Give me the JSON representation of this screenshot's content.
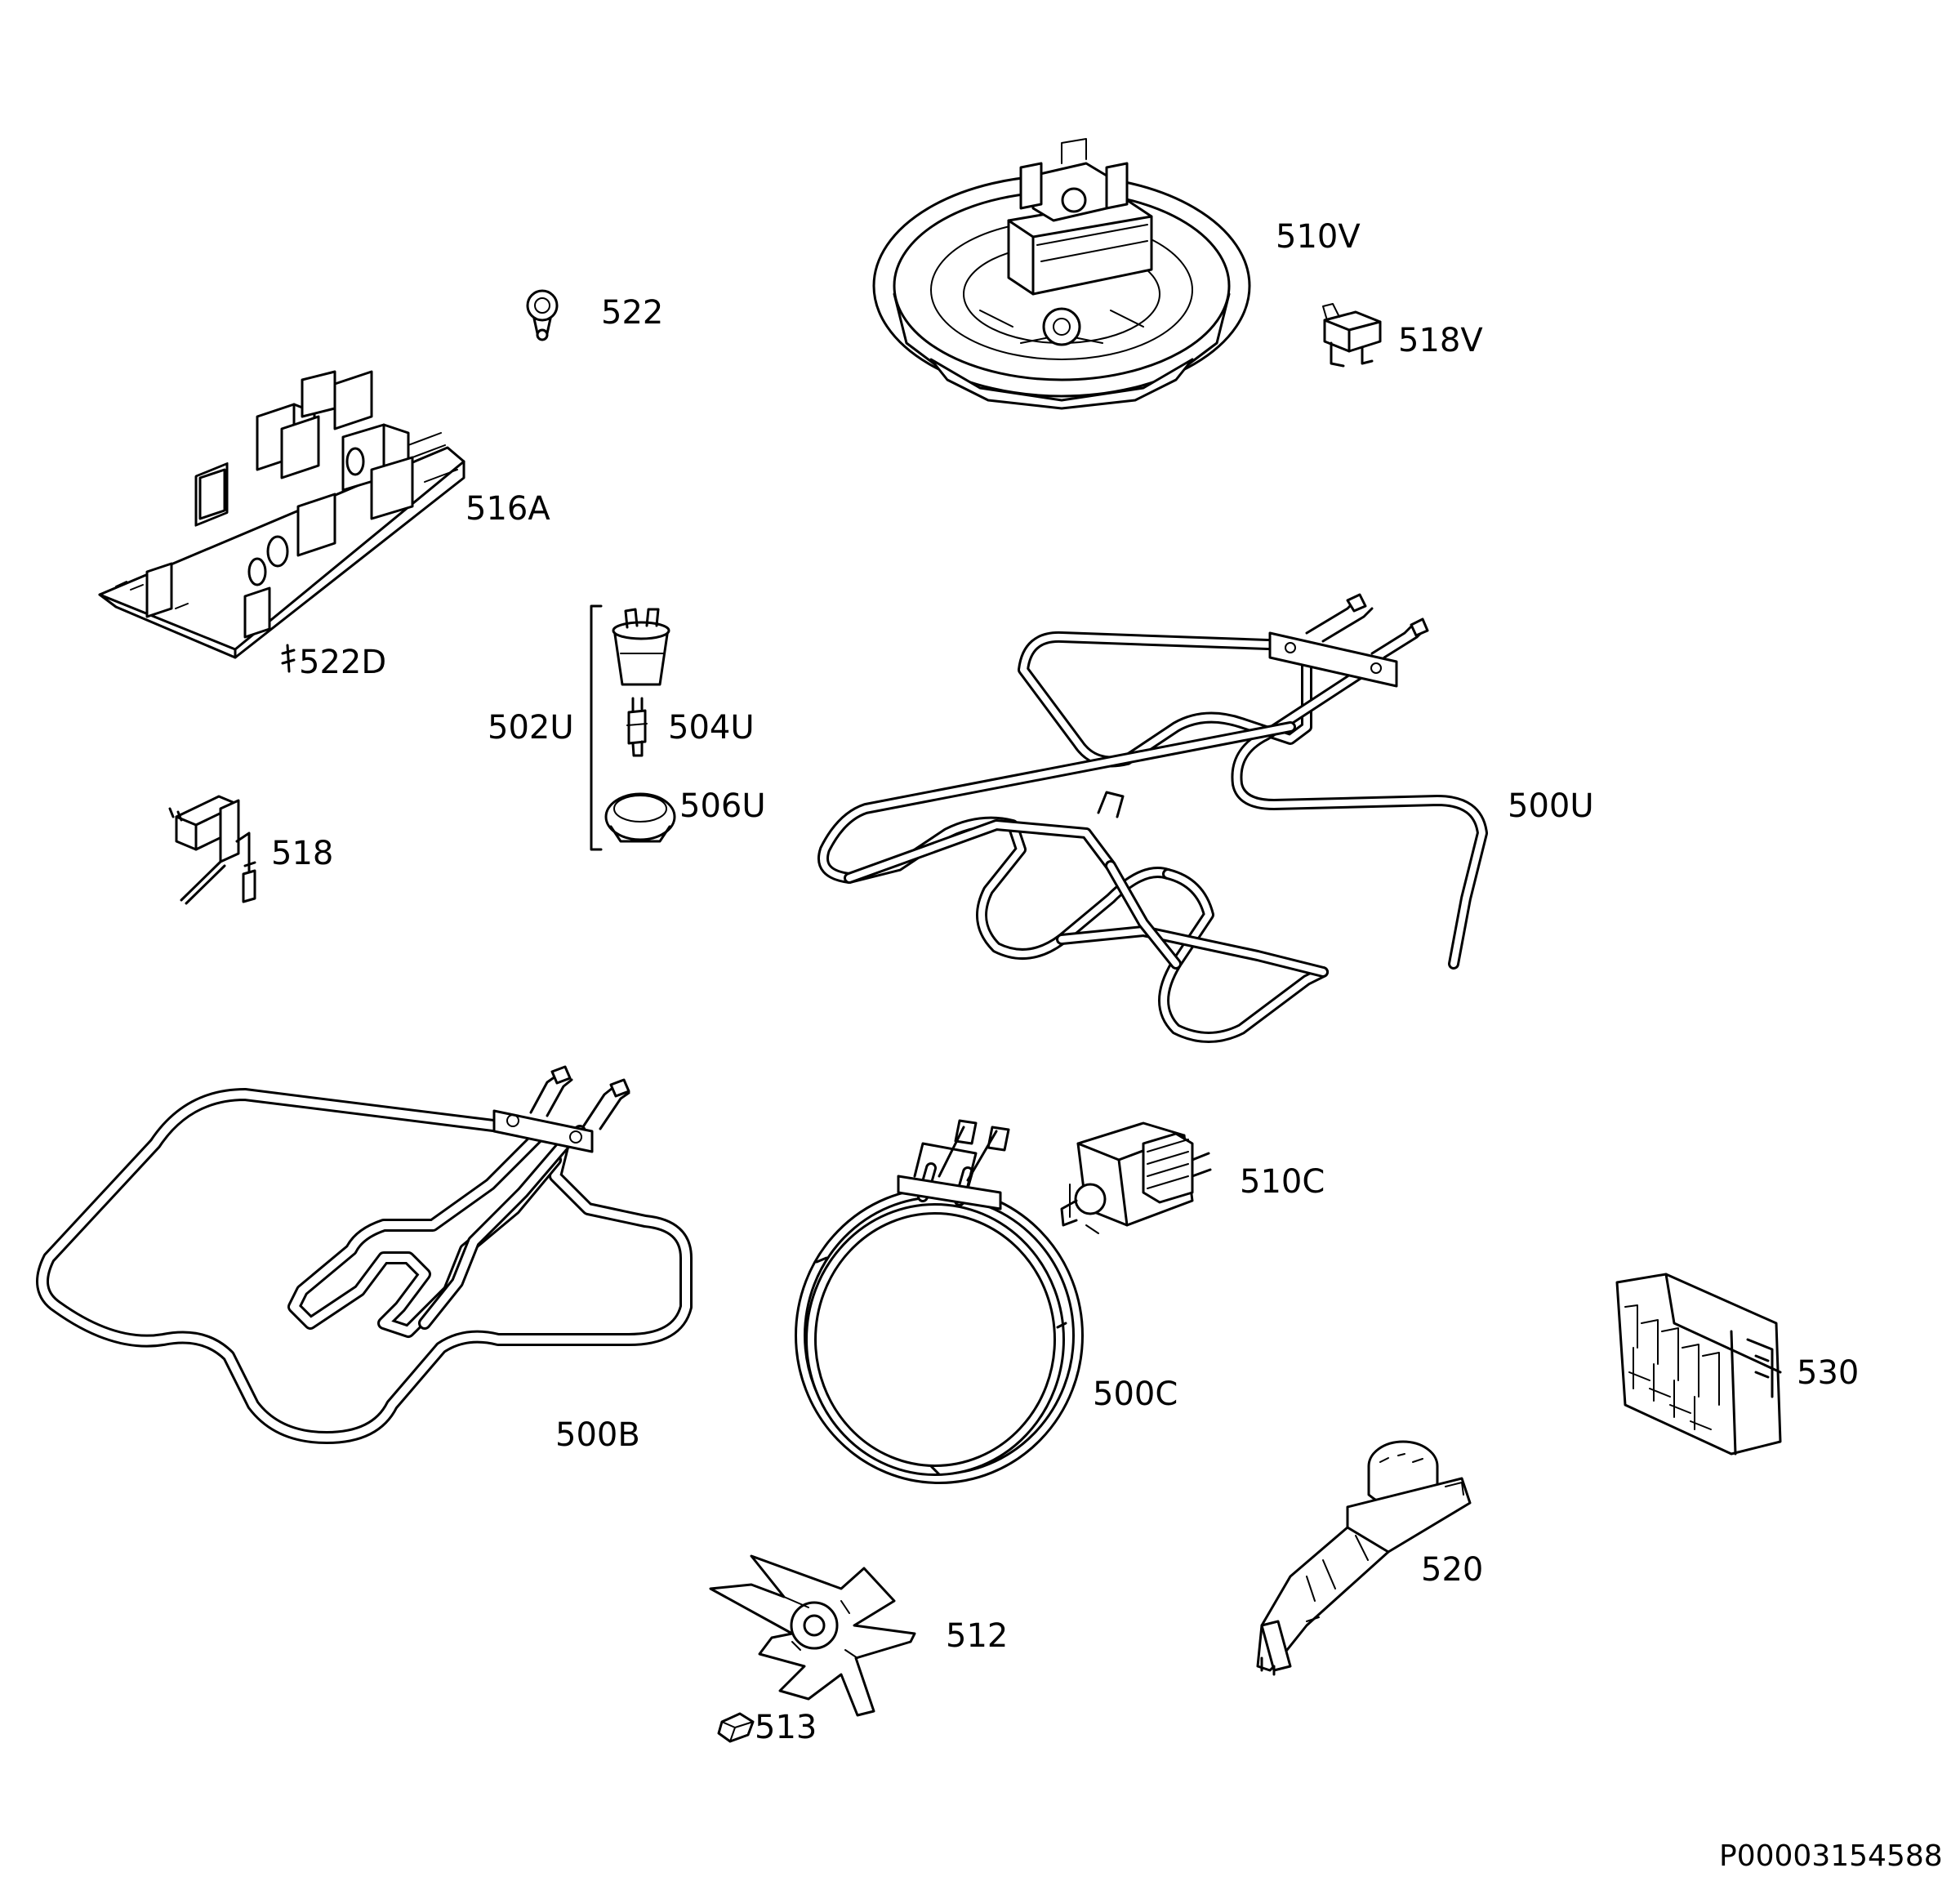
{
  "diagram": {
    "document_id": "P00003154588",
    "parts": [
      {
        "number": "510V"
      },
      {
        "number": "522"
      },
      {
        "number": "518V"
      },
      {
        "number": "516A"
      },
      {
        "number": "522D"
      },
      {
        "number": "502U"
      },
      {
        "number": "504U"
      },
      {
        "number": "506U"
      },
      {
        "number": "500U"
      },
      {
        "number": "518"
      },
      {
        "number": "510C"
      },
      {
        "number": "500B"
      },
      {
        "number": "500C"
      },
      {
        "number": "530"
      },
      {
        "number": "520"
      },
      {
        "number": "512"
      },
      {
        "number": "513"
      }
    ]
  }
}
